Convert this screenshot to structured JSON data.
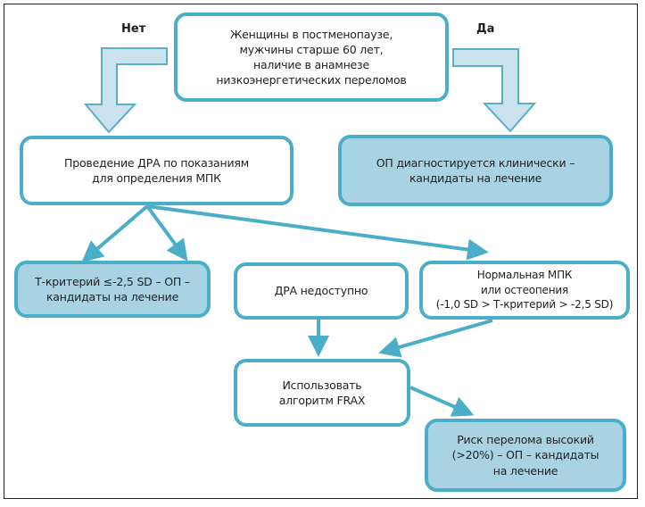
{
  "colors": {
    "box_border": "#4aaec8",
    "box_fill_highlight": "#a9d3e3",
    "box_fill_plain": "#ffffff",
    "big_arrow_fill": "#c9e2ee",
    "big_arrow_stroke": "#5aaec6",
    "connector": "#4aaec8",
    "frame": "#222222"
  },
  "labels": {
    "no": "Нет",
    "yes": "Да"
  },
  "nodes": {
    "start": "Женщины в постменопаузе,\nмужчины старше 60 лет,\nналичие в анамнезе\nнизкоэнергетических переломов",
    "dxa": "Проведение ДРА по показаниям\nдля определения МПК",
    "clinical": "ОП диагностируется клинически –\nкандидаты на лечение",
    "tscore": "Т-критерий ≤-2,5 SD – ОП –\nкандидаты на лечение",
    "no_dxa": "ДРА недоступно",
    "normal": "Нормальная МПК\nили остеопения\n(-1,0 SD > Т-критерий > -2,5 SD)",
    "frax": "Использовать\nалгоритм FRAX",
    "risk": "Риск перелома высокий\n(>20%) – ОП – кандидаты\nна лечение"
  },
  "edges": [
    {
      "from": "start",
      "to": "dxa",
      "label": "Нет"
    },
    {
      "from": "start",
      "to": "clinical",
      "label": "Да"
    },
    {
      "from": "dxa",
      "to": "tscore"
    },
    {
      "from": "dxa",
      "to": "tscore"
    },
    {
      "from": "dxa",
      "to": "normal"
    },
    {
      "from": "no_dxa",
      "to": "frax"
    },
    {
      "from": "normal",
      "to": "frax"
    },
    {
      "from": "frax",
      "to": "risk"
    }
  ]
}
